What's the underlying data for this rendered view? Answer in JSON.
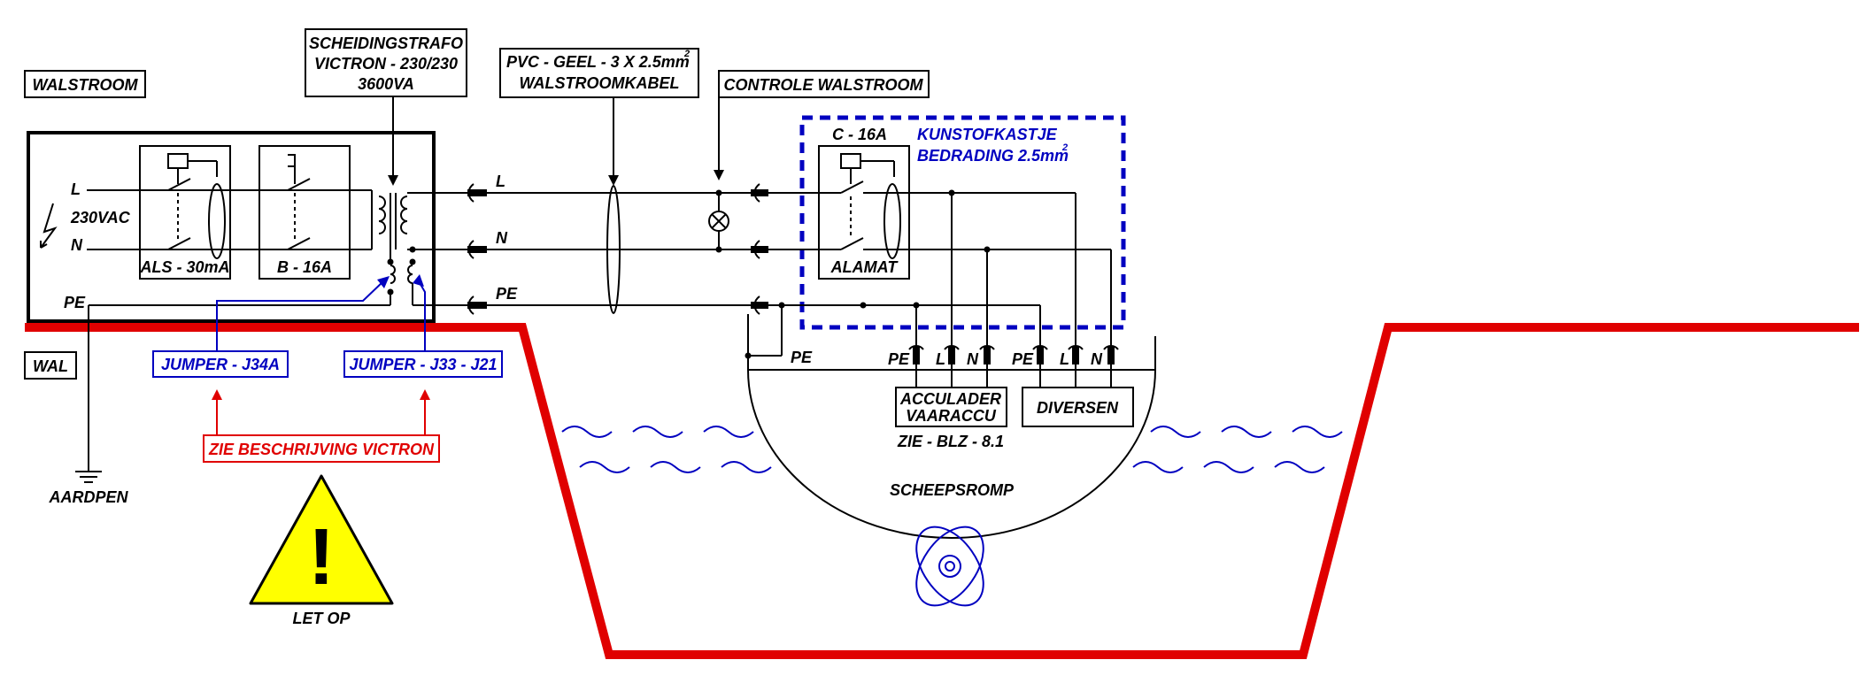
{
  "labels": {
    "walstroom": "WALSTROOM",
    "wal": "WAL",
    "trafo_line1": "SCHEIDINGSTRAFO",
    "trafo_line2": "VICTRON - 230/230",
    "trafo_line3": "3600VA",
    "kabel_line1": "PVC - GEEL - 3 X 2.5mm",
    "kabel_sup": "2",
    "kabel_line2": "WALSTROOMKABEL",
    "controle": "CONTROLE WALSTROOM",
    "kastje_line1": "KUNSTOFKASTJE",
    "kastje_line2": "BEDRADING 2.5mm",
    "kastje_sup": "2",
    "c16a": "C - 16A",
    "alamat": "ALAMAT",
    "l": "L",
    "n": "N",
    "pe": "PE",
    "vac": "230VAC",
    "als": "ALS - 30mA",
    "b16a": "B - 16A",
    "jumper1": "JUMPER - J34A",
    "jumper2": "JUMPER - J33 - J21",
    "zie_victron": "ZIE BESCHRIJVING VICTRON",
    "aardpen": "AARDPEN",
    "let_op": "LET OP",
    "exclaim": "!",
    "acculader1": "ACCULADER",
    "acculader2": "VAARACCU",
    "diversen": "DIVERSEN",
    "zie_blz": "ZIE - BLZ - 8.1",
    "scheepsromp": "SCHEEPSROMP"
  },
  "colors": {
    "wire": "#000000",
    "blue": "#0000c0",
    "red": "#e00000",
    "water": "#0000c0",
    "warning_fill": "#ffff00"
  }
}
